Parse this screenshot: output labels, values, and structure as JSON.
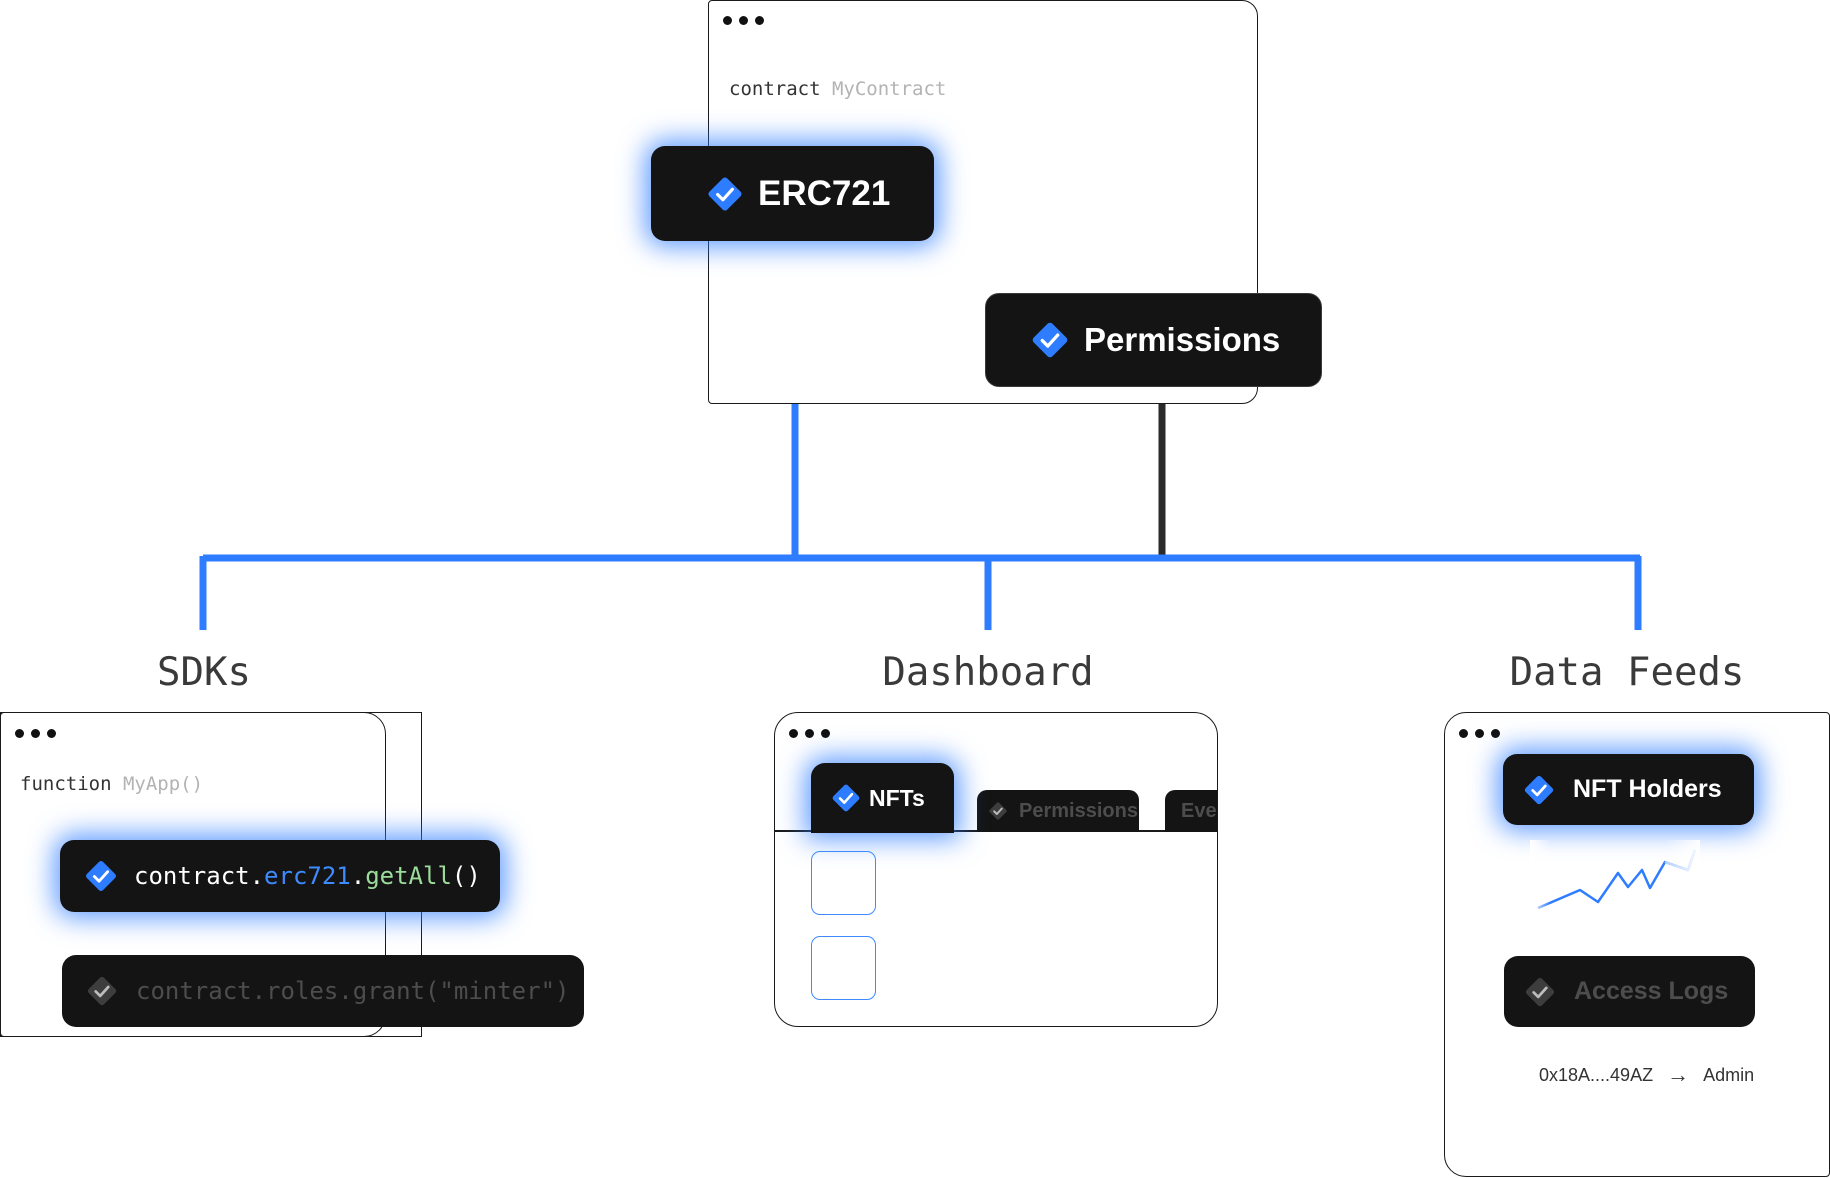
{
  "top": {
    "code_keyword": "contract",
    "code_name": "MyContract",
    "erc721_label": "ERC721",
    "permissions_label": "Permissions"
  },
  "sections": {
    "sdks": "SDKs",
    "dashboard": "Dashboard",
    "data_feeds": "Data Feeds"
  },
  "sdk_window": {
    "code_keyword": "function",
    "code_name": "MyApp()",
    "line1": {
      "a": "contract.",
      "b": "erc721",
      "c": ".",
      "d": "getAll",
      "e": "()"
    },
    "line2": "contract.roles.grant(\"minter\")"
  },
  "dashboard_window": {
    "tabs": [
      "NFTs",
      "Permissions",
      "Eve"
    ]
  },
  "feeds_window": {
    "nft_holders": "NFT Holders",
    "access_logs": "Access Logs",
    "address": "0x18A....49AZ",
    "arrow": "→",
    "role": "Admin"
  },
  "colors": {
    "accent_blue": "#2E7CFF",
    "dark_pill": "#141414",
    "connector_dark": "#2a2a2a"
  },
  "icons": [
    "check-diamond-icon",
    "window-dots-icon",
    "arrow-right-icon",
    "line-chart-icon"
  ]
}
